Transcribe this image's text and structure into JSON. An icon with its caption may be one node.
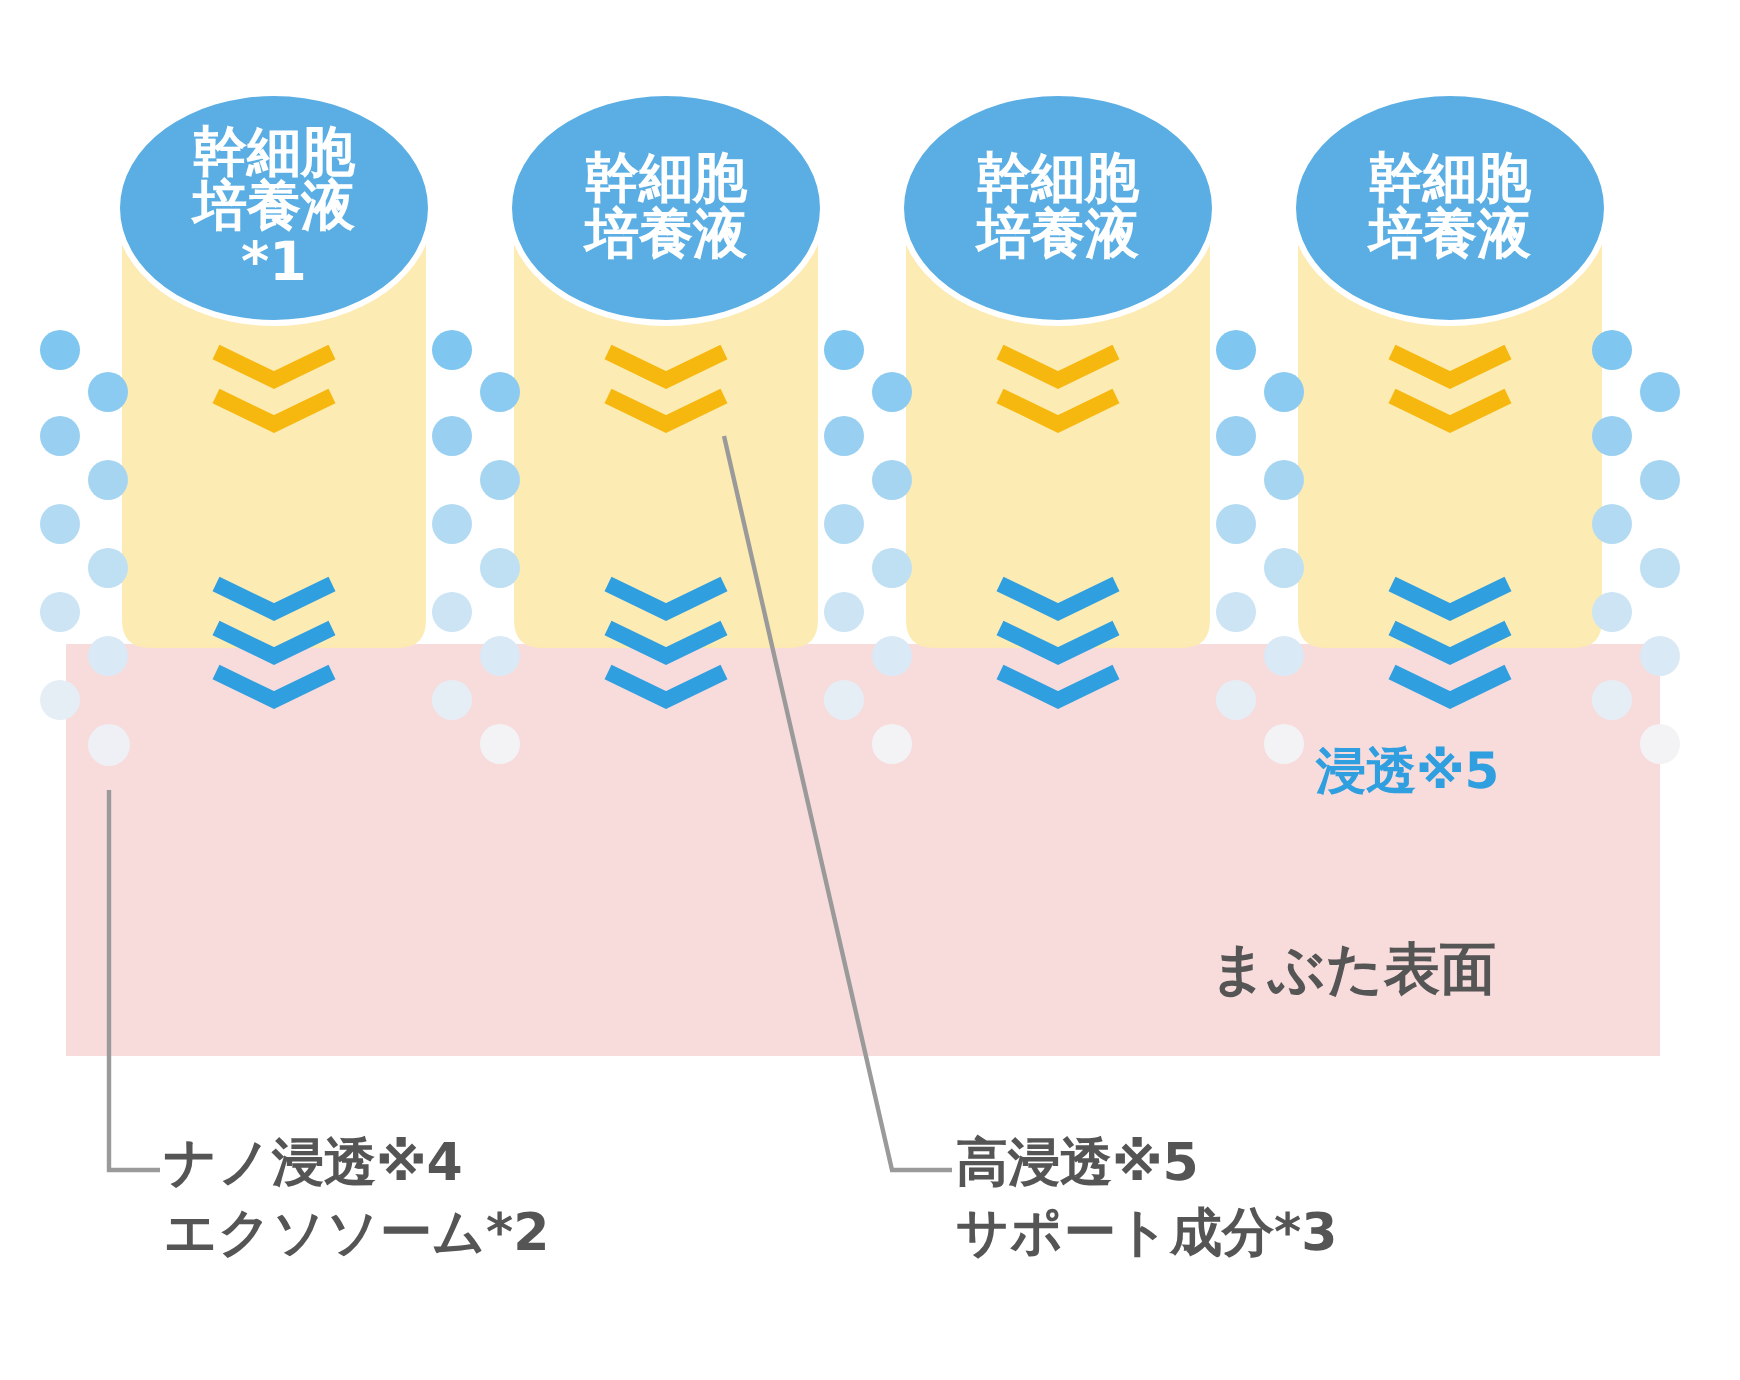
{
  "diagram": {
    "nodes": [
      {
        "text": [
          "幹細胞培養液*1"
        ]
      },
      {
        "text": [
          "幹細胞培養液"
        ]
      },
      {
        "text": [
          "幹細胞培養液"
        ]
      },
      {
        "text": [
          "幹細胞培養液"
        ]
      },
      {
        "text": [
          "浸透※5",
          "まぶた表面"
        ]
      },
      {
        "text": [],
        "shape": "circle",
        "in": 4
      },
      {
        "text": [],
        "shape": "chevron"
      },
      {
        "text": [
          "ナノ浸透※4",
          "エクソソーム*2"
        ]
      },
      {
        "text": [
          "高浸透※5",
          "サポート成分*3"
        ]
      }
    ],
    "edges": [
      {
        "from": 7,
        "to": 5,
        "arrow": "none"
      },
      {
        "from": 8,
        "to": 6,
        "arrow": "none"
      }
    ]
  }
}
